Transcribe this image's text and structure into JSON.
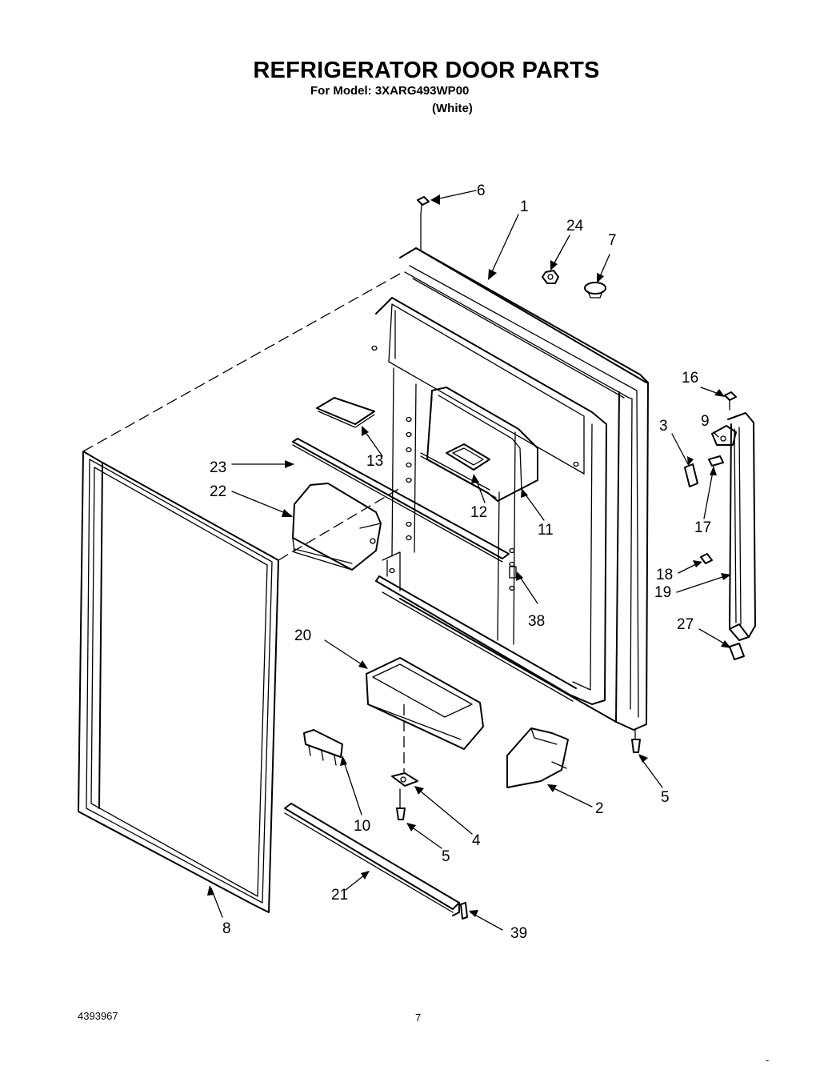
{
  "header": {
    "title": "REFRIGERATOR DOOR PARTS",
    "model_line": "For Model: 3XARG493WP00",
    "color_line": "(White)"
  },
  "footer": {
    "doc_number": "4393967",
    "page_number": "7",
    "corner_mark": "-"
  },
  "callouts": {
    "c1": "1",
    "c2": "2",
    "c3": "3",
    "c4": "4",
    "c5a": "5",
    "c5b": "5",
    "c6": "6",
    "c7": "7",
    "c8": "8",
    "c9": "9",
    "c10": "10",
    "c11": "11",
    "c12": "12",
    "c13": "13",
    "c16": "16",
    "c17": "17",
    "c18": "18",
    "c19": "19",
    "c20": "20",
    "c21": "21",
    "c22": "22",
    "c23": "23",
    "c24": "24",
    "c27": "27",
    "c38": "38",
    "c39": "39"
  }
}
